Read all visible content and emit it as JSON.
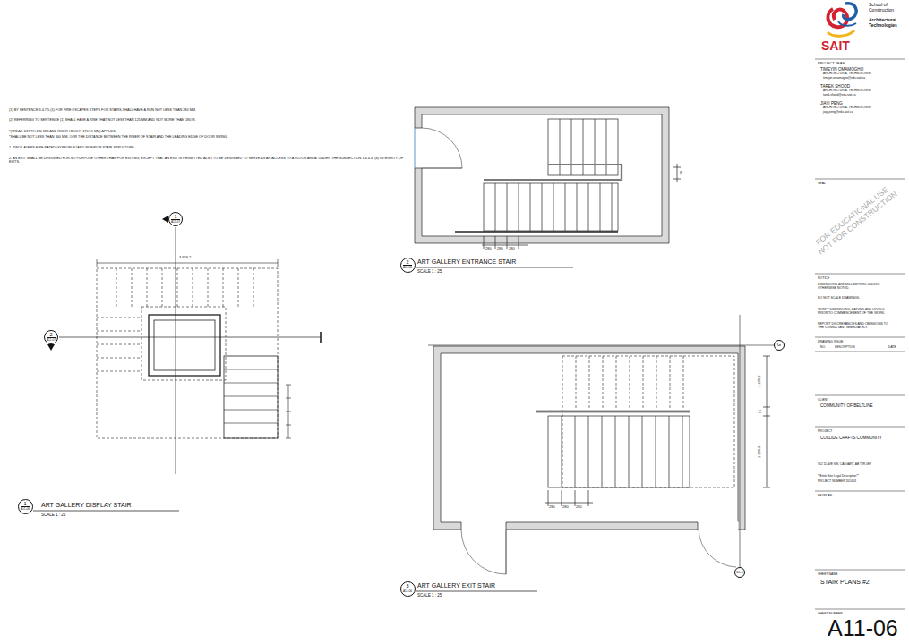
{
  "diagram": {
    "nodes": [
      {
        "text": [
          "1",
          "A11-07"
        ]
      },
      {
        "text": [
          "2",
          "A11-06"
        ]
      },
      {
        "text": [
          "2",
          "A11-07"
        ]
      },
      {
        "text": [
          "G"
        ]
      },
      {
        "text": [
          "1",
          "A11-06"
        ]
      },
      {
        "text": [
          "10.1"
        ]
      },
      {
        "text": [
          "3",
          "A11-06"
        ]
      }
    ],
    "labels": [
      "(1) BY SENTENCE 3.4.7.5.(1) FOR FIRE ESCAPES STEPS FOR STAIRS,SHALL HAVE A RUN NOT LESS THAN 280 MM.",
      "(2) REFERRING TO SENTENCE (1) SHALL HAVE A RISE THAT NOT LESSTHAN 125 MM AND NOT MORE THAN 180 M.",
      "*(TREAD DEPTH 280 MM AND RISER HEIGHT 170.91 MM) APPLIED.",
      "*SHALL BE NOT LESS THAN 300 MM, OOR THE DISTANCE BETWEEN THE RISER OF STAIR AND THE LEADING EDGE OF DOOR SWING.",
      "1. TWO LAYERS FIRE RATED GYPSUM BOARD INTERIOR STAIR STRUCTURE.",
      "2. AN EXIT SHALL BE DESIGNED FOR NO PURPOSE OTHER THAN FOR EXITING, EXCEPT THAT AN EXIT IS PERMITTED ALSO TO BE DESIGNED TO SERVE AS AN ACCESS TO A FLOOR AREA. UNDER THE SUBSECTION 3.4.4.4. (8) INTEGRITY OF EXITS.",
      "3 959.2",
      "ART GALLERY DISPLAY STAIR",
      "SCALE  1 : 25",
      "ART GALLERY ENTRANCE STAIR",
      "SCALE  1 : 25",
      "280",
      "280",
      "280",
      "39",
      "1 189.2",
      "76",
      "1 189.2",
      "280",
      "280",
      "280",
      "ART GALLERY EXIT STAIR",
      "SCALE  1 : 25",
      "School of Construction",
      "Architectural Technologies",
      "PROJECT TEAM",
      "TIMEYIN OMAMOGHO",
      "ARCHITECTURAL TECHNOLOGIST",
      "timeyin.omamogho@edu.sait.ca",
      "TAREK SHOOD",
      "ARCHITECTURAL TECHNOLOGIST",
      "tarek.shood@edu.sait.ca",
      "JIAYI PENG",
      "ARCHITECTURAL TECHNOLOGIST",
      "jiayi.peng@edu.sait.ca",
      "SEAL",
      "FOR EDUCATIONAL USE NOT FOR CONSTRUCTION",
      "NOTICE",
      "DIMENSIONS ARE MILLIMETERS UNLESS OTHERWISE NOTED.",
      "DO NOT SCALE DRAWINGS.",
      "VERIFY DIMENSIONS, DATUMS AND LEVELS PRIOR TO COMMENCEMENT OF THE WORK.",
      "REPORT DISCREPANCIES AND OMISSIONS TO THE CONSULTANT IMMEDIATELY.",
      "DRAWING ISSUE",
      "NO.",
      "DESCRIPTION",
      "DATE",
      "CLIENT",
      "COMMUNITY OF BELTLINE",
      "PROJECT",
      "COLLIDE CRAFTS COMMUNITY",
      "902 11 AVE SW, CALGARY, AB T2R 0E7",
      "**Enter Site Legal Description**",
      "PROJECT NUMBER 2024.01",
      "KEYPLAN",
      "SHEET NAME",
      "STAIR PLANS #2",
      "SHEET NUMBER",
      "A11-06",
      "SAIT"
    ]
  }
}
